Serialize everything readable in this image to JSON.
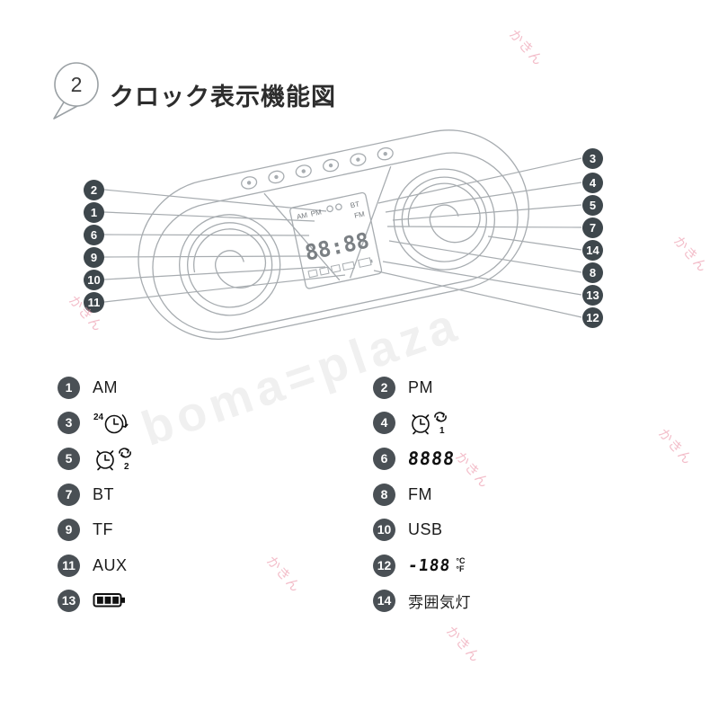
{
  "header": {
    "badge": "2",
    "title": "クロック表示機能図"
  },
  "watermarks": {
    "big": "boma=plaza",
    "small": "かきん"
  },
  "colors": {
    "badge_bg": "#3e474c",
    "legend_badge_bg": "#4a5055",
    "outline": "#a7acb0",
    "watermark_pink": "#ec94a8"
  },
  "device": {
    "lcd": {
      "time": "88:88",
      "am": "AM",
      "pm": "PM",
      "bt": "BT",
      "fm": "FM"
    }
  },
  "callouts": {
    "left": [
      "2",
      "1",
      "6",
      "9",
      "10",
      "11"
    ],
    "right": [
      "3",
      "4",
      "5",
      "7",
      "14",
      "8",
      "13",
      "12"
    ]
  },
  "legend": {
    "items": [
      {
        "num": "1",
        "label": "AM"
      },
      {
        "num": "2",
        "label": "PM"
      },
      {
        "num": "3",
        "icon": "clock-24h",
        "label": "24"
      },
      {
        "num": "4",
        "icon": "alarm-clock",
        "label": "1"
      },
      {
        "num": "5",
        "icon": "alarm-clock",
        "label": "2"
      },
      {
        "num": "6",
        "label": "8888"
      },
      {
        "num": "7",
        "label": "BT"
      },
      {
        "num": "8",
        "label": "FM"
      },
      {
        "num": "9",
        "label": "TF"
      },
      {
        "num": "10",
        "label": "USB"
      },
      {
        "num": "11",
        "label": "AUX"
      },
      {
        "num": "12",
        "label": "-188",
        "unit_c": "°C",
        "unit_f": "°F"
      },
      {
        "num": "13",
        "icon": "battery"
      },
      {
        "num": "14",
        "label": "雰囲気灯"
      }
    ]
  }
}
